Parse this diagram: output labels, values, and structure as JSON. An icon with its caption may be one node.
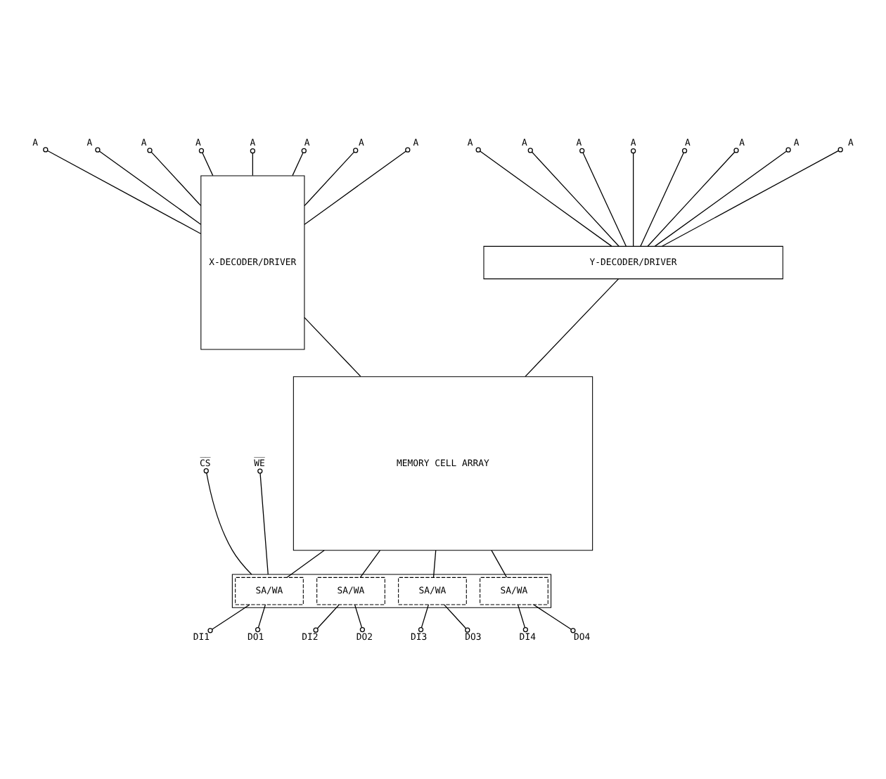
{
  "diagram": {
    "nodes": [
      {
        "text": [
          "A"
        ]
      },
      {
        "text": [
          "A"
        ]
      },
      {
        "text": [
          "A"
        ]
      },
      {
        "text": [
          "A"
        ]
      },
      {
        "text": [
          "A"
        ]
      },
      {
        "text": [
          "A"
        ]
      },
      {
        "text": [
          "A"
        ]
      },
      {
        "text": [
          "A"
        ]
      },
      {
        "text": [
          "Y-DECODER/DRIVER"
        ]
      },
      {
        "text": [
          "A"
        ]
      },
      {
        "text": [
          "A"
        ]
      },
      {
        "text": [
          "A"
        ]
      },
      {
        "text": [
          "A"
        ]
      },
      {
        "text": [
          "A"
        ]
      },
      {
        "text": [
          "A"
        ]
      },
      {
        "text": [
          "A"
        ]
      },
      {
        "text": [
          "A"
        ]
      },
      {
        "text": [
          "X-DECODER/DRIVER"
        ]
      },
      {
        "text": [
          "MEMORY CELL ARRAY"
        ]
      },
      {
        "text": [
          "C̅S̅"
        ]
      },
      {
        "text": [
          "W̅E̅"
        ]
      },
      {
        "text": [],
        "shape": "box"
      },
      {
        "text": [
          "SA/WA"
        ],
        "in": 21
      },
      {
        "text": [
          "SA/WA"
        ],
        "in": 21
      },
      {
        "text": [
          "SA/WA"
        ],
        "in": 21
      },
      {
        "text": [
          "SA/WA"
        ],
        "in": 21
      },
      {
        "text": [
          "DI1"
        ]
      },
      {
        "text": [
          "DO1"
        ]
      },
      {
        "text": [
          "DI2"
        ]
      },
      {
        "text": [
          "DO2"
        ]
      },
      {
        "text": [
          "DI3"
        ]
      },
      {
        "text": [
          "DO3"
        ]
      },
      {
        "text": [
          "DI4"
        ]
      },
      {
        "text": [
          "DO4"
        ]
      }
    ],
    "edges": [
      {
        "from": 0,
        "to": 8,
        "arrow": "other"
      },
      {
        "from": 1,
        "to": 8,
        "arrow": "other"
      },
      {
        "from": 2,
        "to": 8,
        "arrow": "other"
      },
      {
        "from": 3,
        "to": 8,
        "arrow": "other"
      },
      {
        "from": 4,
        "to": 8,
        "arrow": "other"
      },
      {
        "from": 5,
        "to": 8,
        "arrow": "other"
      },
      {
        "from": 6,
        "to": 8,
        "arrow": "other"
      },
      {
        "from": 7,
        "to": 8,
        "arrow": "other"
      },
      {
        "from": 9,
        "to": 17,
        "arrow": "other"
      },
      {
        "from": 10,
        "to": 17,
        "arrow": "other"
      },
      {
        "from": 11,
        "to": 17,
        "arrow": "other"
      },
      {
        "from": 12,
        "to": 17,
        "arrow": "other"
      },
      {
        "from": 13,
        "to": 17,
        "arrow": "other"
      },
      {
        "from": 14,
        "to": 17,
        "arrow": "other"
      },
      {
        "from": 15,
        "to": 17,
        "arrow": "other"
      },
      {
        "from": 16,
        "to": 17,
        "arrow": "other"
      },
      {
        "from": 8,
        "to": 18,
        "arrow": "none"
      },
      {
        "from": 17,
        "to": 18,
        "arrow": "none"
      },
      {
        "from": 18,
        "to": 22,
        "arrow": "none"
      },
      {
        "from": 18,
        "to": 23,
        "arrow": "none"
      },
      {
        "from": 18,
        "to": 24,
        "arrow": "none"
      },
      {
        "from": 18,
        "to": 25,
        "arrow": "none"
      },
      {
        "from": 19,
        "to": 21,
        "arrow": "other"
      },
      {
        "from": 20,
        "to": 21,
        "arrow": "other"
      },
      {
        "from": 26,
        "to": 22,
        "arrow": "other"
      },
      {
        "from": 27,
        "to": 22,
        "arrow": "other"
      },
      {
        "from": 28,
        "to": 23,
        "arrow": "other"
      },
      {
        "from": 29,
        "to": 23,
        "arrow": "other"
      },
      {
        "from": 30,
        "to": 24,
        "arrow": "other"
      },
      {
        "from": 31,
        "to": 24,
        "arrow": "other"
      },
      {
        "from": 32,
        "to": 25,
        "arrow": "other"
      },
      {
        "from": 33,
        "to": 25,
        "arrow": "other"
      }
    ]
  }
}
